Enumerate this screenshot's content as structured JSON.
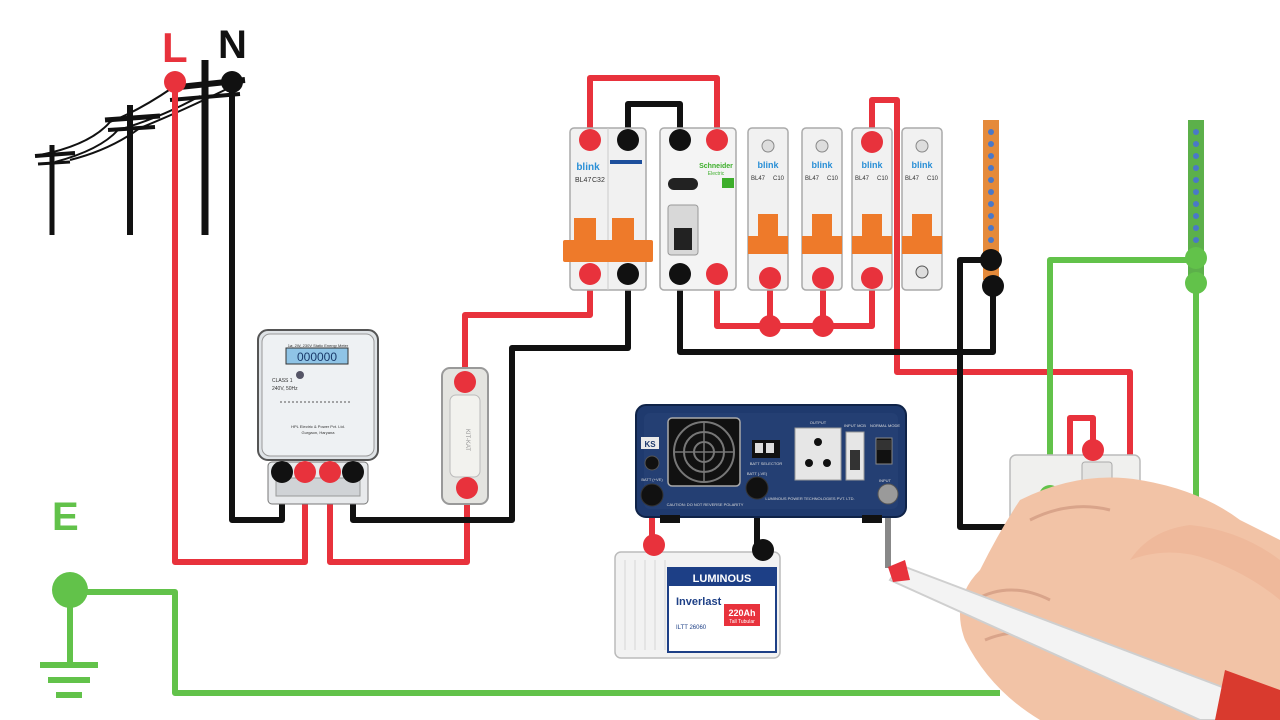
{
  "labels": {
    "live": "L",
    "neutral": "N",
    "earth": "E"
  },
  "meter": {
    "header": "1ø, 2W, 230V Static Energy Meter",
    "reading": "000000",
    "class_text": "CLASS 1",
    "rating": "240V, 50Hz",
    "maker": "HPL Electric & Power Pvt. Ltd.",
    "origin": "Gurgaon, Haryana"
  },
  "mcb_main": {
    "brand": "blink",
    "model": "BL47",
    "rating": "C32"
  },
  "rccb": {
    "brand": "Schneider",
    "sub": "Electric"
  },
  "mcbs": [
    {
      "brand": "blink",
      "model": "BL47",
      "rating": "C10"
    },
    {
      "brand": "blink",
      "model": "BL47",
      "rating": "C10"
    },
    {
      "brand": "blink",
      "model": "BL47",
      "rating": "C10"
    },
    {
      "brand": "blink",
      "model": "BL47",
      "rating": "C10"
    }
  ],
  "fuse": {
    "text": "KIT-KAT"
  },
  "inverter": {
    "badge": "KS",
    "labels": [
      "OUTPUT",
      "INPUT MCB",
      "NORMAL MODE",
      "BATT SELECTOR",
      "INPUT",
      "BATT (+VE)",
      "BATT (-VE)"
    ],
    "footer": "LUMINOUS POWER TECHNOLOGIES PVT. LTD.",
    "caution": "CAUTION: DO NOT REVERSE POLARITY"
  },
  "battery": {
    "brand": "LUMINOUS",
    "product": "Inverlast",
    "capacity": "220Ah",
    "sub": "Tall Tubular",
    "model": "ILTT 26060"
  },
  "colors": {
    "live": "#e8323c",
    "neutral": "#111111",
    "earth": "#62c24a",
    "inverter": "#1f3a6e",
    "mcb_handle": "#ee7a2a",
    "neutral_bar": "#e58a3a",
    "earth_bar": "#5cb04a"
  }
}
